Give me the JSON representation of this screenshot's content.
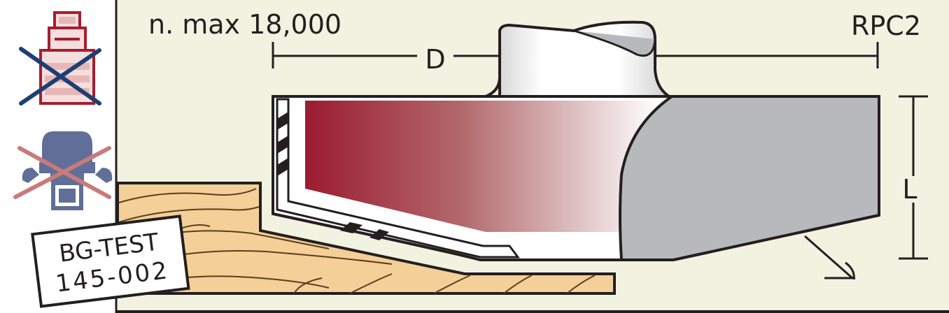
{
  "texts": {
    "speed_label": "n. max 18,000",
    "model_code": "RPC2",
    "diameter_label": "D",
    "length_label": "L",
    "badge_line1": "BG-TEST",
    "badge_line2": "145-002"
  },
  "icons": {
    "left_top": "no-handheld-router-icon",
    "left_bottom": "no-router-table-icon"
  },
  "colors": {
    "panel_bg": "#f1f3e0",
    "cutter_red": "#9b1b30",
    "cutter_grey": "#b8b9bd",
    "wood": "#f5cf98",
    "icon_red": "#a61e2e",
    "icon_blue": "#1d3f73",
    "icon_slate": "#5f6f98",
    "icon_cross_red": "#c97a7a"
  }
}
